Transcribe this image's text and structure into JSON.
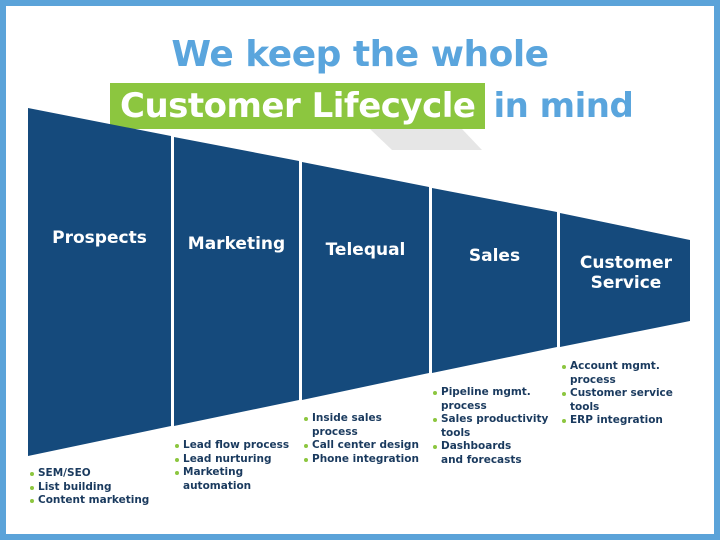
{
  "title": {
    "line1": "We keep the whole",
    "highlight": "Customer Lifecycle",
    "rest": "in mind"
  },
  "colors": {
    "frame": "#5ba3d9",
    "title_blue": "#5aa5dd",
    "accent_green": "#8cc63f",
    "funnel_fill": "#154a7c",
    "bullet_text": "#1a3a5e"
  },
  "stages": [
    {
      "label": "Prospects",
      "bullets": [
        "SEM/SEO",
        "List building",
        "Content marketing"
      ]
    },
    {
      "label": "Marketing",
      "bullets": [
        "Lead flow process",
        "Lead nurturing",
        "Marketing automation"
      ]
    },
    {
      "label": "Telequal",
      "bullets": [
        "Inside sales process",
        "Call center design",
        "Phone integration"
      ]
    },
    {
      "label": "Sales",
      "bullets": [
        "Pipeline mgmt. process",
        "Sales productivity tools",
        "Dashboards and forecasts"
      ]
    },
    {
      "label": "Customer Service",
      "bullets": [
        "Account mgmt. process",
        "Customer service tools",
        "ERP integration"
      ]
    }
  ]
}
